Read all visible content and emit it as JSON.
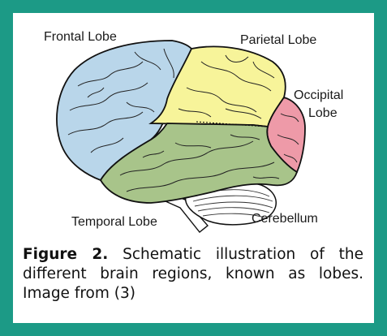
{
  "labels": {
    "frontal": "Frontal Lobe",
    "parietal": "Parietal Lobe",
    "occipital_1": "Occipital",
    "occipital_2": "Lobe",
    "temporal": "Temporal Lobe",
    "cerebellum": "Cerebellum"
  },
  "caption": {
    "figure_label": "Figure 2.",
    "line1_rest": " Schematic illustration of the",
    "line2": "different brain regions, known as lobes.",
    "line3": "Image from (3)"
  },
  "colors": {
    "border": "#1c9a86",
    "frontal": "#b9d6ea",
    "parietal": "#f7f49a",
    "occipital": "#ee9aa8",
    "temporal": "#a8c48a",
    "cerebellum": "#ffffff",
    "outline": "#111111"
  }
}
